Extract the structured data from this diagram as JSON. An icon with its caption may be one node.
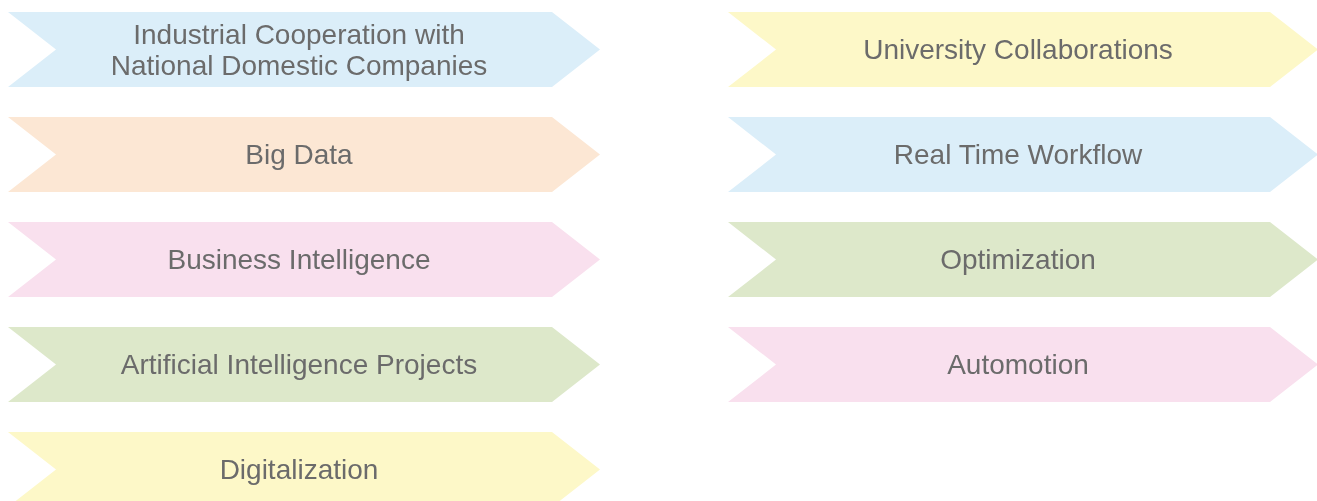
{
  "diagram": {
    "nodes": [
      {
        "text": [
          "Industrial Cooperation with National Domestic Companies"
        ]
      },
      {
        "text": [
          "University Collaborations"
        ]
      },
      {
        "text": [
          "Big Data"
        ]
      },
      {
        "text": [
          "Real Time Workflow"
        ]
      },
      {
        "text": [
          "Business Intelligence"
        ]
      },
      {
        "text": [
          "Optimization"
        ]
      },
      {
        "text": [
          "Artificial Intelligence Projects"
        ]
      },
      {
        "text": [
          "Automotion"
        ]
      },
      {
        "text": [
          "Digitalization"
        ]
      }
    ]
  }
}
